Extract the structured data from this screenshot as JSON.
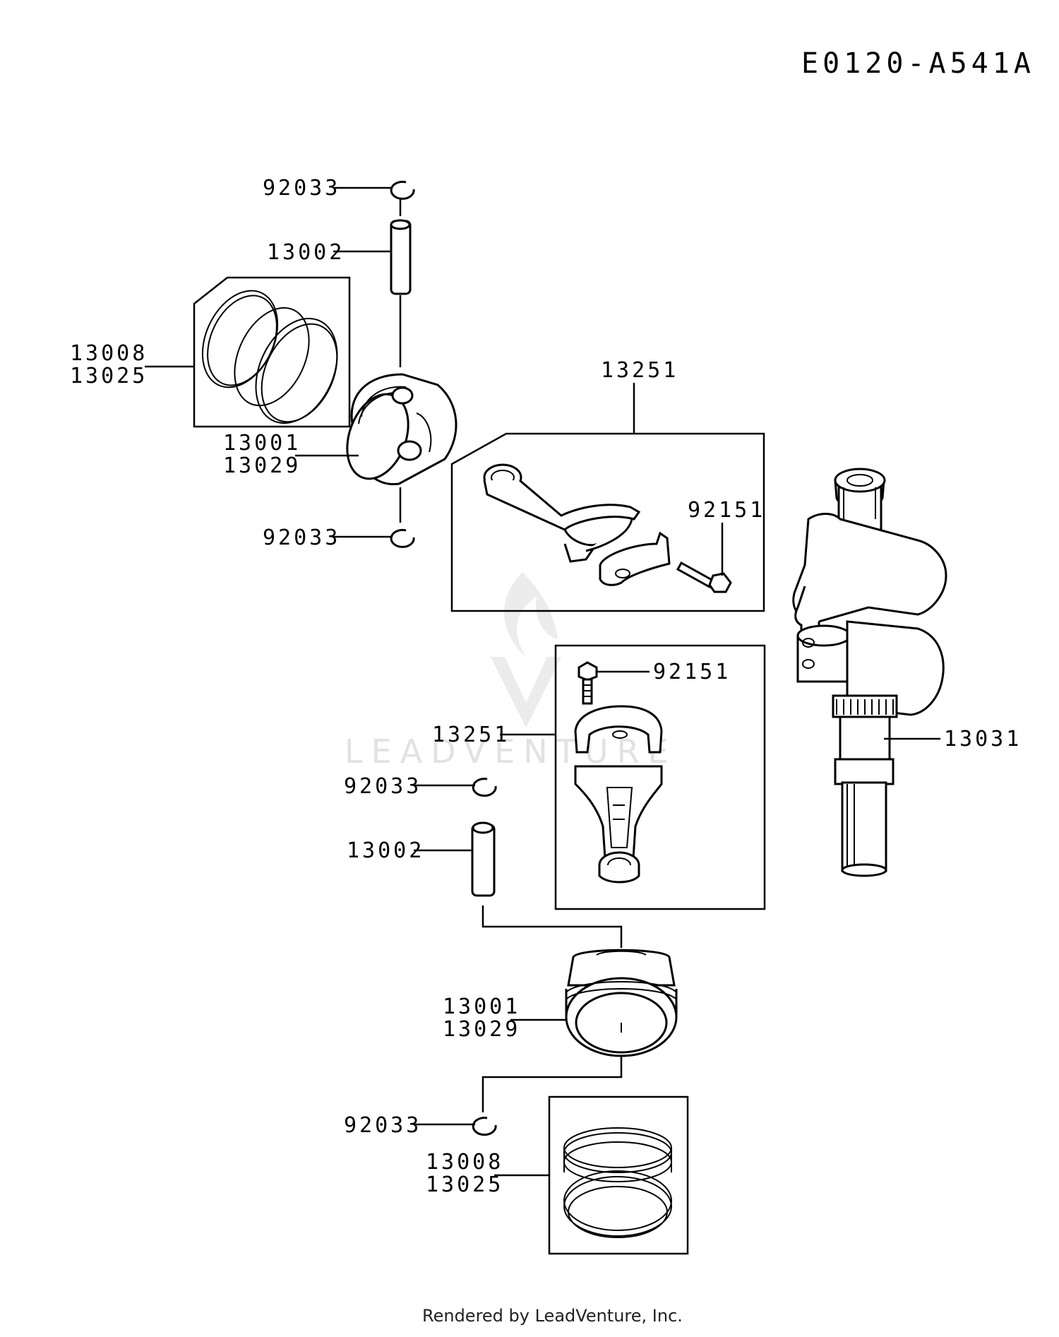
{
  "diagram_code": "E0120-A541A",
  "footer": "Rendered by LeadVenture, Inc.",
  "watermark": "LEADVENTURE",
  "callouts": {
    "upper_clip_top": "92033",
    "upper_pin": "13002",
    "upper_rings_a": "13008",
    "upper_rings_b": "13025",
    "upper_piston_a": "13001",
    "upper_piston_b": "13029",
    "upper_clip_bottom": "92033",
    "upper_rod_set": "13251",
    "upper_rod_bolt": "92151",
    "lower_rod_bolt": "92151",
    "lower_rod_set": "13251",
    "crankshaft": "13031",
    "lower_clip_top": "92033",
    "lower_pin": "13002",
    "lower_piston_a": "13001",
    "lower_piston_b": "13029",
    "lower_clip_bottom": "92033",
    "lower_rings_a": "13008",
    "lower_rings_b": "13025"
  },
  "icons": {
    "circlip": "circlip-icon",
    "piston_pin": "piston-pin-icon",
    "piston_rings": "piston-rings-icon",
    "piston": "piston-icon",
    "connecting_rod": "connecting-rod-icon",
    "rod_bolt": "bolt-icon",
    "crankshaft": "crankshaft-icon"
  }
}
